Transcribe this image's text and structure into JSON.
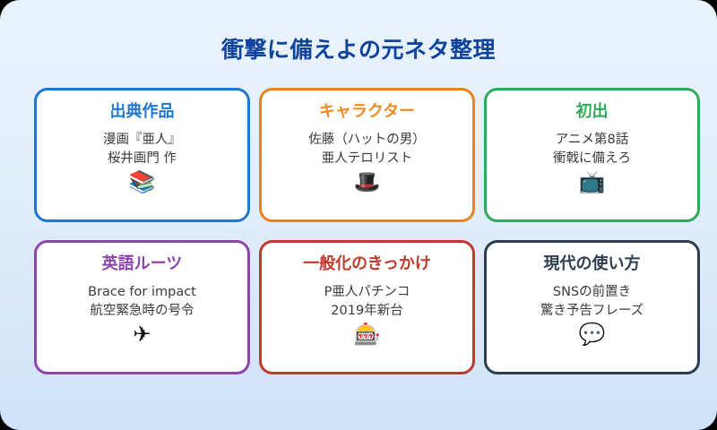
{
  "header": {
    "title": "衝撃に備えよの元ネタ整理",
    "title_color": "#10439b"
  },
  "background": {
    "gradient_top": "#e9f3fd",
    "gradient_bottom": "#cfe2f7"
  },
  "cards": [
    {
      "title": "出典作品",
      "line1": "漫画『亜人』",
      "line2": "桜井画門 作",
      "icon": "books-icon",
      "icon_glyph": "📚",
      "accent": "#1f77d0"
    },
    {
      "title": "キャラクター",
      "line1": "佐藤（ハットの男）",
      "line2": "亜人テロリスト",
      "icon": "top-hat-icon",
      "icon_glyph": "🎩",
      "accent": "#ef8a22"
    },
    {
      "title": "初出",
      "line1": "アニメ第8話",
      "line2": "衝戟に備えろ",
      "icon": "television-icon",
      "icon_glyph": "📺",
      "accent": "#2eaa58"
    },
    {
      "title": "英語ルーツ",
      "line1": "Brace for impact",
      "line2": "航空緊急時の号令",
      "icon": "airplane-icon",
      "icon_glyph": "✈",
      "accent": "#8e44ad"
    },
    {
      "title": "一般化のきっかけ",
      "line1": "P亜人パチンコ",
      "line2": "2019年新台",
      "icon": "slot-machine-icon",
      "icon_glyph": "🎰",
      "accent": "#c0392b"
    },
    {
      "title": "現代の使い方",
      "line1": "SNSの前置き",
      "line2": "驚き予告フレーズ",
      "icon": "speech-balloon-icon",
      "icon_glyph": "💬",
      "accent": "#2c3e50"
    }
  ]
}
